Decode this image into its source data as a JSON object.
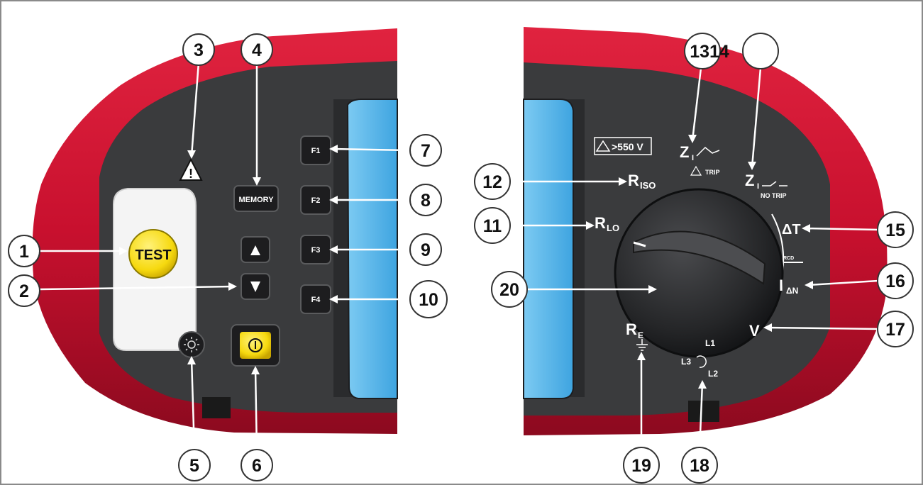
{
  "figure": {
    "left_panel": {
      "test_button": "TEST",
      "memory_button": "MEMORY",
      "function_keys": [
        "F1",
        "F2",
        "F3",
        "F4"
      ],
      "warning_symbol": "!",
      "icons": {
        "up_arrow": "up-arrow-icon",
        "down_arrow": "down-arrow-icon",
        "backlight": "sun-icon",
        "power": "power-icon",
        "warning": "warning-triangle-icon"
      }
    },
    "right_panel": {
      "voltage_warning": ">550 V",
      "positions": {
        "riso": {
          "main": "R",
          "sub": "ISO"
        },
        "rlo": {
          "main": "R",
          "sub": "LO"
        },
        "z_trip": {
          "main": "Z",
          "sub": "I",
          "note": "TRIP"
        },
        "z_no_trip": {
          "main": "Z",
          "sub": "I",
          "note": "NO TRIP"
        },
        "delta_t": {
          "main": "ΔT"
        },
        "rcd_graphic": {
          "main": "RCD"
        },
        "i_delta_n": {
          "main": "I",
          "sub": "ΔN"
        },
        "voltage": {
          "main": "V"
        },
        "re": {
          "main": "R",
          "sub": "E"
        },
        "phase_rotation": {
          "l1": "L1",
          "l2": "L2",
          "l3": "L3"
        }
      }
    },
    "callouts": [
      "1",
      "2",
      "3",
      "4",
      "5",
      "6",
      "7",
      "8",
      "9",
      "10",
      "11",
      "12",
      "1314",
      "15",
      "16",
      "17",
      "18",
      "19",
      "20"
    ]
  },
  "colors": {
    "housing_red": "#c8102e",
    "panel_dark": "#3a3b3d",
    "test_yellow": "#f6d90f",
    "screen_blue": "#4fb3ea",
    "key_black": "#1d1d1f"
  }
}
